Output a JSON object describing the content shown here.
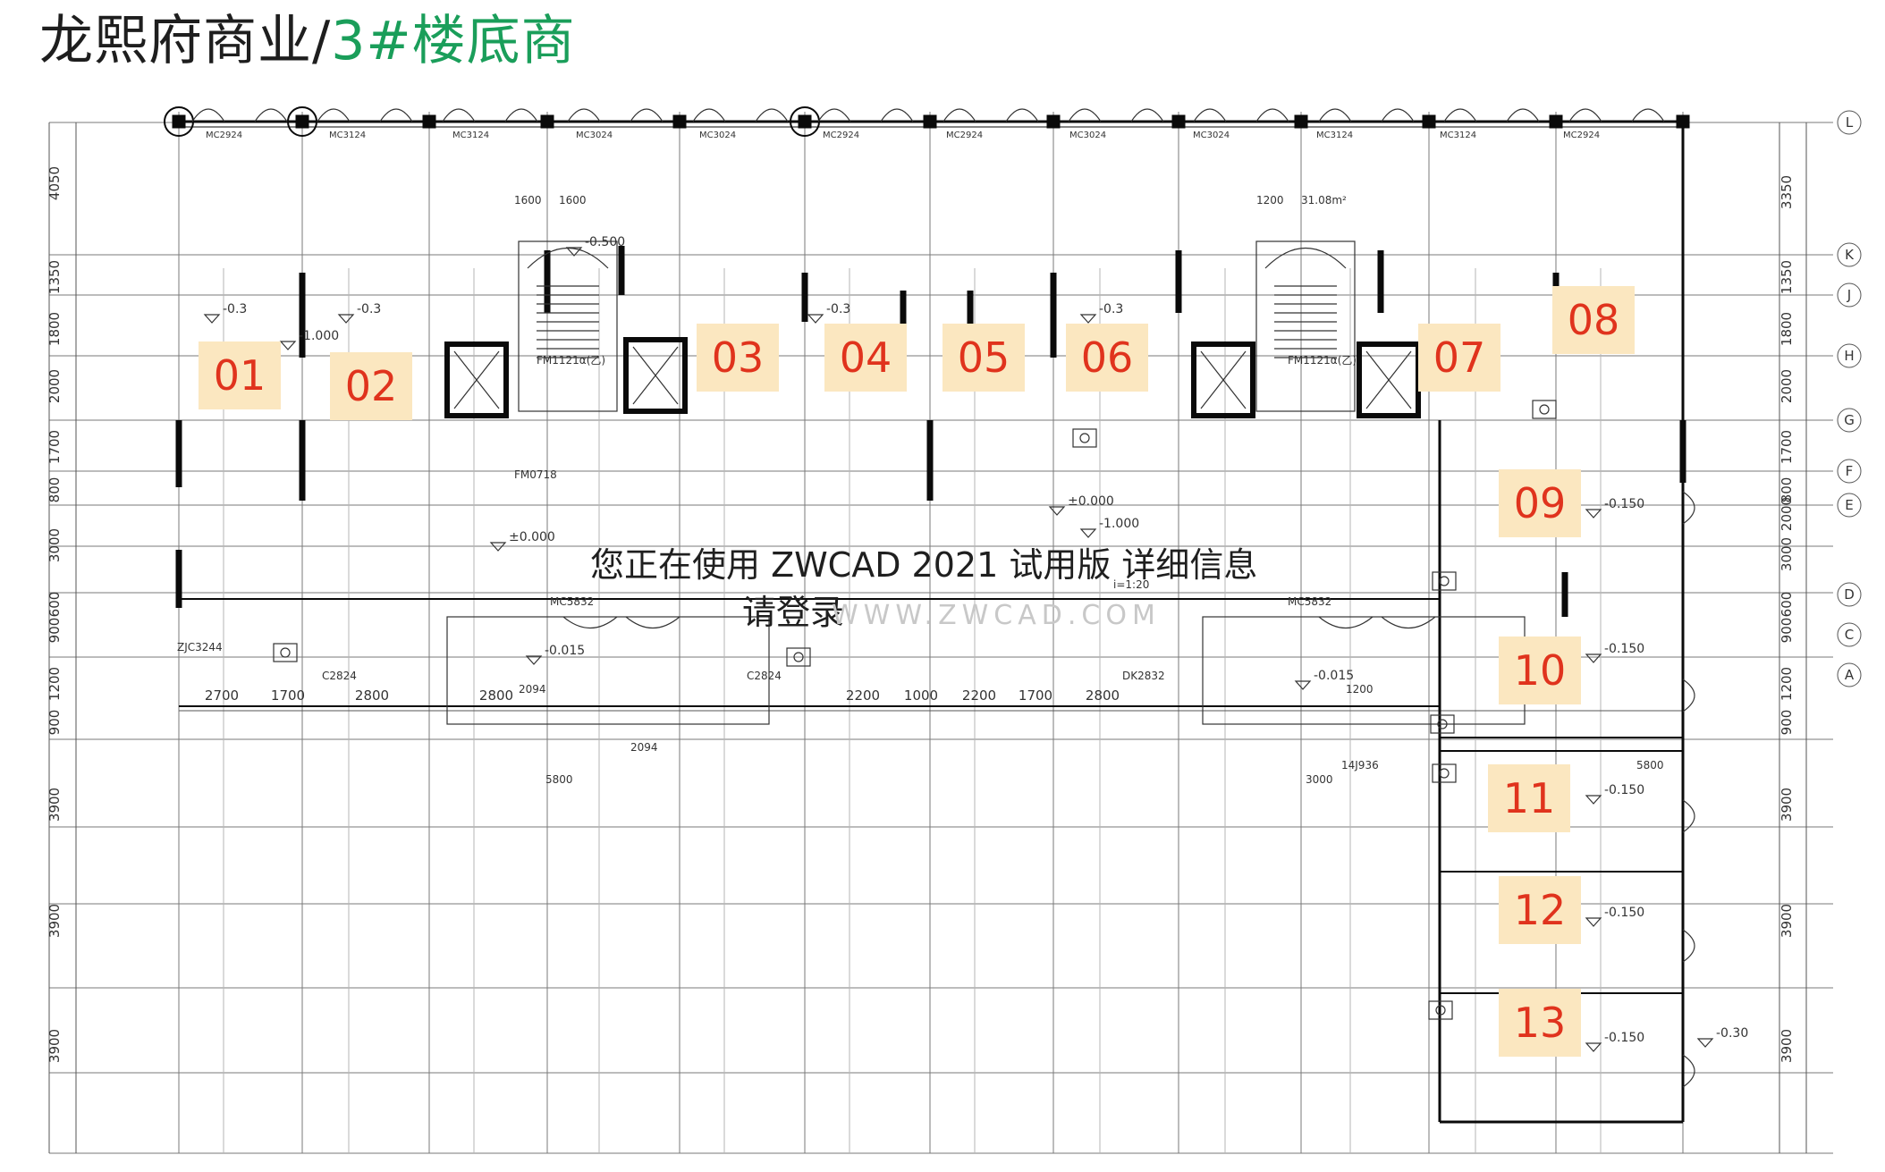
{
  "title": {
    "main": "龙熙府商业/",
    "sub": "3#楼底商"
  },
  "colors": {
    "title": "#1e1e1e",
    "subtitle": "#1a9e5a",
    "unit_label_bg": "#fbe7c0",
    "unit_label_text": "#e0331d",
    "line": "#2b2b2b",
    "wall": "#0a0a0a"
  },
  "units": [
    "01",
    "02",
    "03",
    "04",
    "05",
    "06",
    "07",
    "08",
    "09",
    "10",
    "11",
    "12",
    "13"
  ],
  "watermark": {
    "line1": "您正在使用 ZWCAD 2021 试用版 详细信息",
    "line2": "请登录",
    "url": "WWW.ZWCAD.COM"
  },
  "door_codes": [
    "MC2924",
    "MC3124",
    "MC3124",
    "MC3024",
    "MC3024",
    "MC2924",
    "MC2924",
    "MC3024",
    "MC3024",
    "MC3124",
    "MC3124",
    "MC2924"
  ],
  "dims_left": [
    "4050",
    "1350",
    "1800",
    "2000",
    "1700",
    "800",
    "3000",
    "600",
    "900",
    "1200",
    "900",
    "3900",
    "3900",
    "3900"
  ],
  "dims_right": [
    "3350",
    "1350",
    "1800",
    "2000",
    "1700",
    "800",
    "2000",
    "3000",
    "600",
    "900",
    "1200",
    "900",
    "3900",
    "3900",
    "3900"
  ],
  "axis_right": [
    "L",
    "K",
    "J",
    "H",
    "G",
    "F",
    "E",
    "D",
    "C",
    "A"
  ],
  "dims_bottom": [
    "2700",
    "1700",
    "2800",
    "2800",
    "2200",
    "1000",
    "2200",
    "1700",
    "2800"
  ],
  "levels": [
    "-0.3",
    "-1.000",
    "-0.150",
    "-0.015",
    "±0.000",
    "-0.500",
    "-0.30"
  ],
  "misc_labels": [
    "FM1121α(乙)",
    "FM1121α(乙)",
    "FM0718",
    "MC5832",
    "MC5832",
    "C2824",
    "C2824",
    "DK2832",
    "ZJC3244",
    "14J936",
    "5800",
    "5800",
    "3000",
    "2094",
    "2094",
    "1200",
    "1600",
    "1600",
    "1200",
    "31.08m²",
    "i=1:20"
  ]
}
